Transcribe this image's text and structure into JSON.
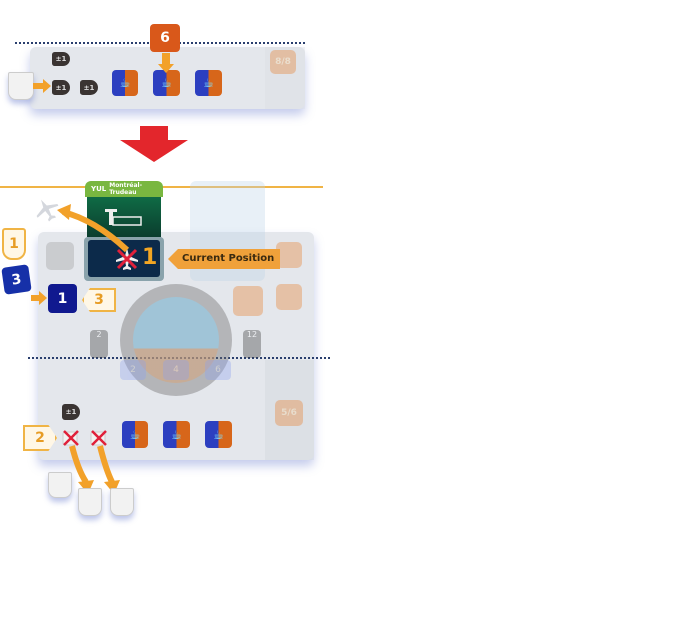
{
  "top_example": {
    "die_value": "6",
    "coffee_token_label": "±1",
    "right_gauge": "8/8"
  },
  "middle": {
    "airport_code": "YUL",
    "airport_name": "Montréal-Trudeau",
    "plane_marker_number": "1",
    "current_position_label": "Current Position",
    "step_badge_1": "1",
    "blue_die_original": "3",
    "blue_die_result": "1",
    "step_badge_3": "3",
    "speed_slots": [
      "2",
      "4",
      "6"
    ],
    "gauge_left": "2",
    "gauge_right": "12"
  },
  "bottom_example": {
    "step_badge_2": "2",
    "coffee_token_label": "±1",
    "right_gauge": "5/6"
  }
}
